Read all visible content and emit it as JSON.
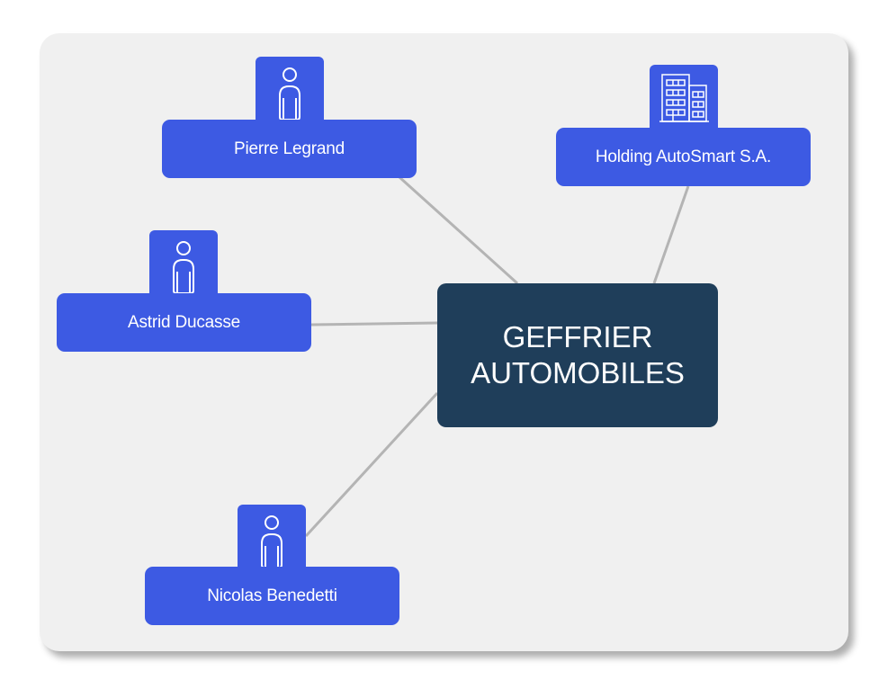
{
  "diagram": {
    "title": "Ownership / relationship map",
    "center": {
      "line1": "GEFFRIER",
      "line2": "AUTOMOBILES",
      "color": "#1f3e5a"
    },
    "node_color": "#3d5ae3",
    "connector_color": "#b4b4b4",
    "nodes": [
      {
        "label": "Pierre Legrand",
        "type": "person",
        "icon": "person-icon"
      },
      {
        "label": "Holding AutoSmart S.A.",
        "type": "company",
        "icon": "building-icon"
      },
      {
        "label": "Astrid Ducasse",
        "type": "person",
        "icon": "person-icon"
      },
      {
        "label": "Nicolas Benedetti",
        "type": "person",
        "icon": "person-icon"
      }
    ]
  }
}
